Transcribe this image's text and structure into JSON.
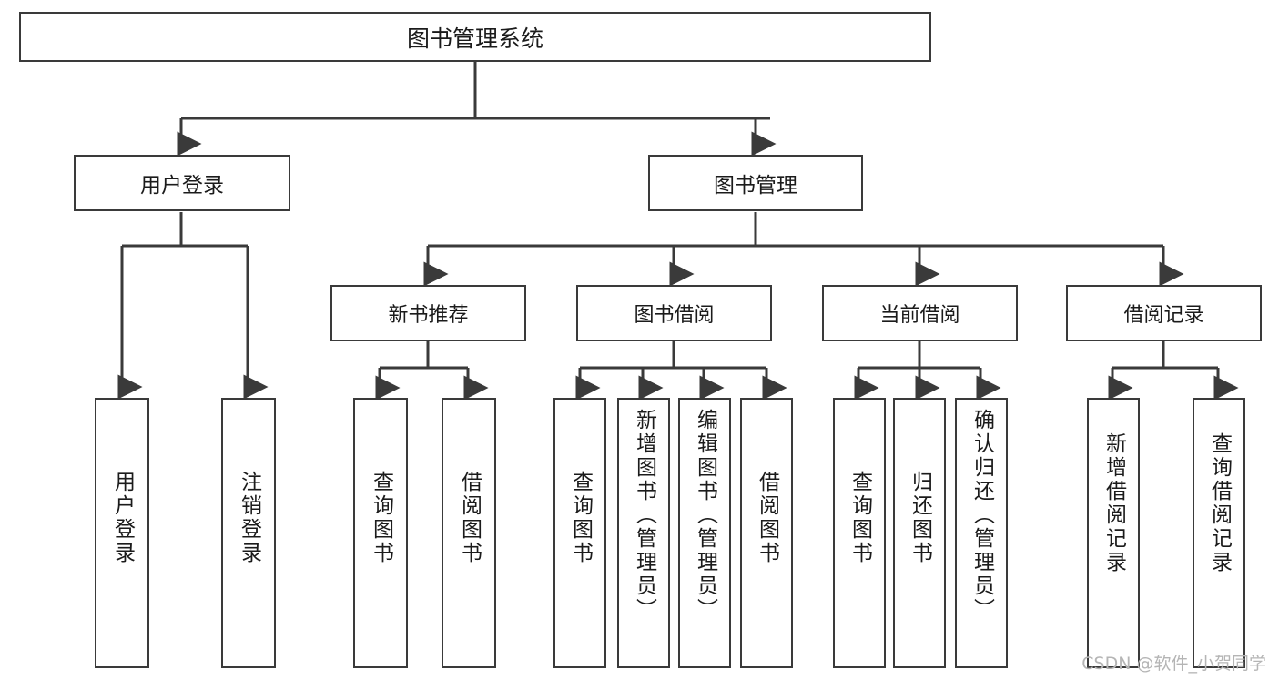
{
  "diagram": {
    "title": "图书管理系统",
    "watermark": "CSDN @软件_小贺同学",
    "root": {
      "label": "图书管理系统"
    },
    "level2": [
      {
        "label": "用户登录"
      },
      {
        "label": "图书管理"
      }
    ],
    "level3": [
      {
        "label": "新书推荐"
      },
      {
        "label": "图书借阅"
      },
      {
        "label": "当前借阅"
      },
      {
        "label": "借阅记录"
      }
    ],
    "leaves": {
      "user_login": [
        {
          "label": "用户登录"
        },
        {
          "label": "注销登录"
        }
      ],
      "new_book_recommend": [
        {
          "label": "查询图书"
        },
        {
          "label": "借阅图书"
        }
      ],
      "book_borrow": [
        {
          "label": "查询图书"
        },
        {
          "label": "新增图书（管理员）"
        },
        {
          "label": "编辑图书（管理员）"
        },
        {
          "label": "借阅图书"
        }
      ],
      "current_borrow": [
        {
          "label": "查询图书"
        },
        {
          "label": "归还图书"
        },
        {
          "label": "确认归还（管理员）"
        }
      ],
      "borrow_record": [
        {
          "label": "新增借阅记录"
        },
        {
          "label": "查询借阅记录"
        }
      ]
    },
    "colors": {
      "stroke": "#3a3a3a",
      "background": "#ffffff",
      "text": "#1b1b1b",
      "watermark": "#b5b5b5"
    }
  }
}
